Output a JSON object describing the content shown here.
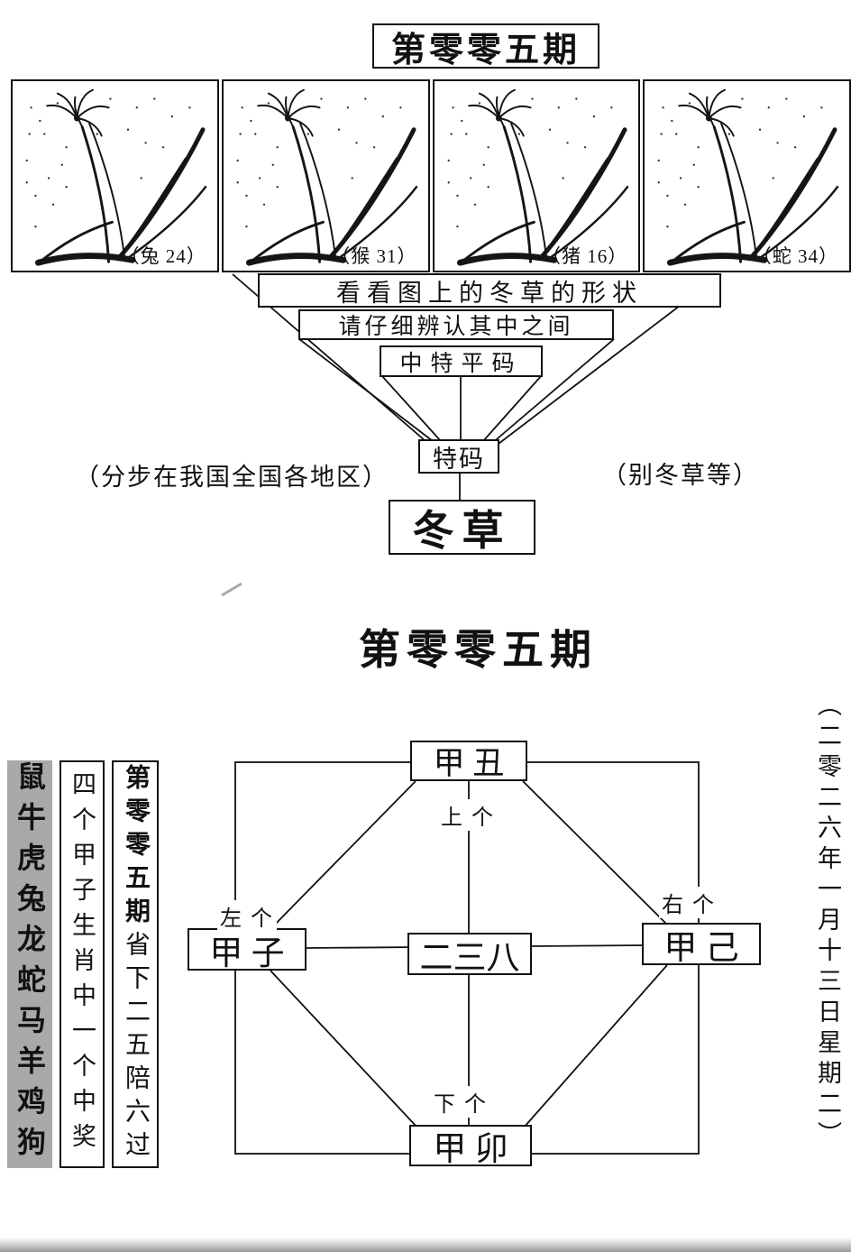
{
  "colors": {
    "ink": "#111111",
    "zodiac_bg": "#a9a9a9"
  },
  "top": {
    "title": "第零零五期",
    "panels": [
      {
        "caption": "（兔 24）"
      },
      {
        "caption": "（猴 31）"
      },
      {
        "caption": "（猪 16）"
      },
      {
        "caption": "（蛇 34）"
      }
    ],
    "funnel": {
      "line1": "看看图上的冬草的形状",
      "line2": "请仔细辨认其中之间",
      "line3": "中特平码",
      "special": "特码",
      "result": "冬草"
    },
    "left_note": "（分步在我国全国各地区）",
    "right_note": "（别冬草等）"
  },
  "bottom": {
    "title": "第零零五期",
    "diagram": {
      "top_node": "甲 丑",
      "left_node": "甲 子",
      "center_node": "二三八",
      "right_node": "甲 己",
      "bottom_node": "甲 卯",
      "label_top": "上 个",
      "label_left": "左 个",
      "label_right": "右 个",
      "label_bottom": "下 个"
    },
    "side_columns": {
      "zodiac": "鼠牛虎兔龙蛇马羊鸡狗",
      "middle": "四个甲子生肖中一个中奖",
      "inner_title": "第零零五期",
      "inner_rest": "省下二五陪六过"
    },
    "date_note": "（二零二六年一月十三日星期二）"
  }
}
